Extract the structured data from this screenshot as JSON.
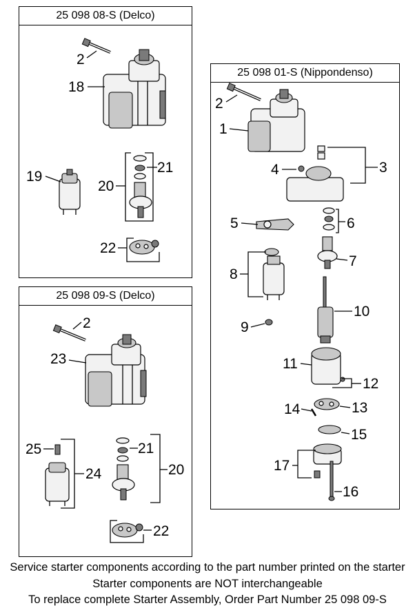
{
  "panels": {
    "top_left": {
      "title": "25 098 08-S   (Delco)"
    },
    "bottom_left": {
      "title": "25 098 09-S   (Delco)"
    },
    "right": {
      "title": "25 098 01-S (Nippondenso)"
    }
  },
  "callouts": {
    "tl": [
      "2",
      "18",
      "19",
      "20",
      "21",
      "22"
    ],
    "bl": [
      "2",
      "23",
      "25",
      "24",
      "21",
      "20",
      "22"
    ],
    "r": [
      "2",
      "1",
      "3",
      "4",
      "5",
      "6",
      "7",
      "8",
      "9",
      "10",
      "11",
      "12",
      "13",
      "14",
      "15",
      "16",
      "17"
    ]
  },
  "footer": {
    "line1": "Service starter components according to the part number printed on the starter",
    "line2": "Starter components are NOT interchangeable",
    "line3": "To replace complete Starter Assembly, Order Part Number 25 098 09-S"
  }
}
